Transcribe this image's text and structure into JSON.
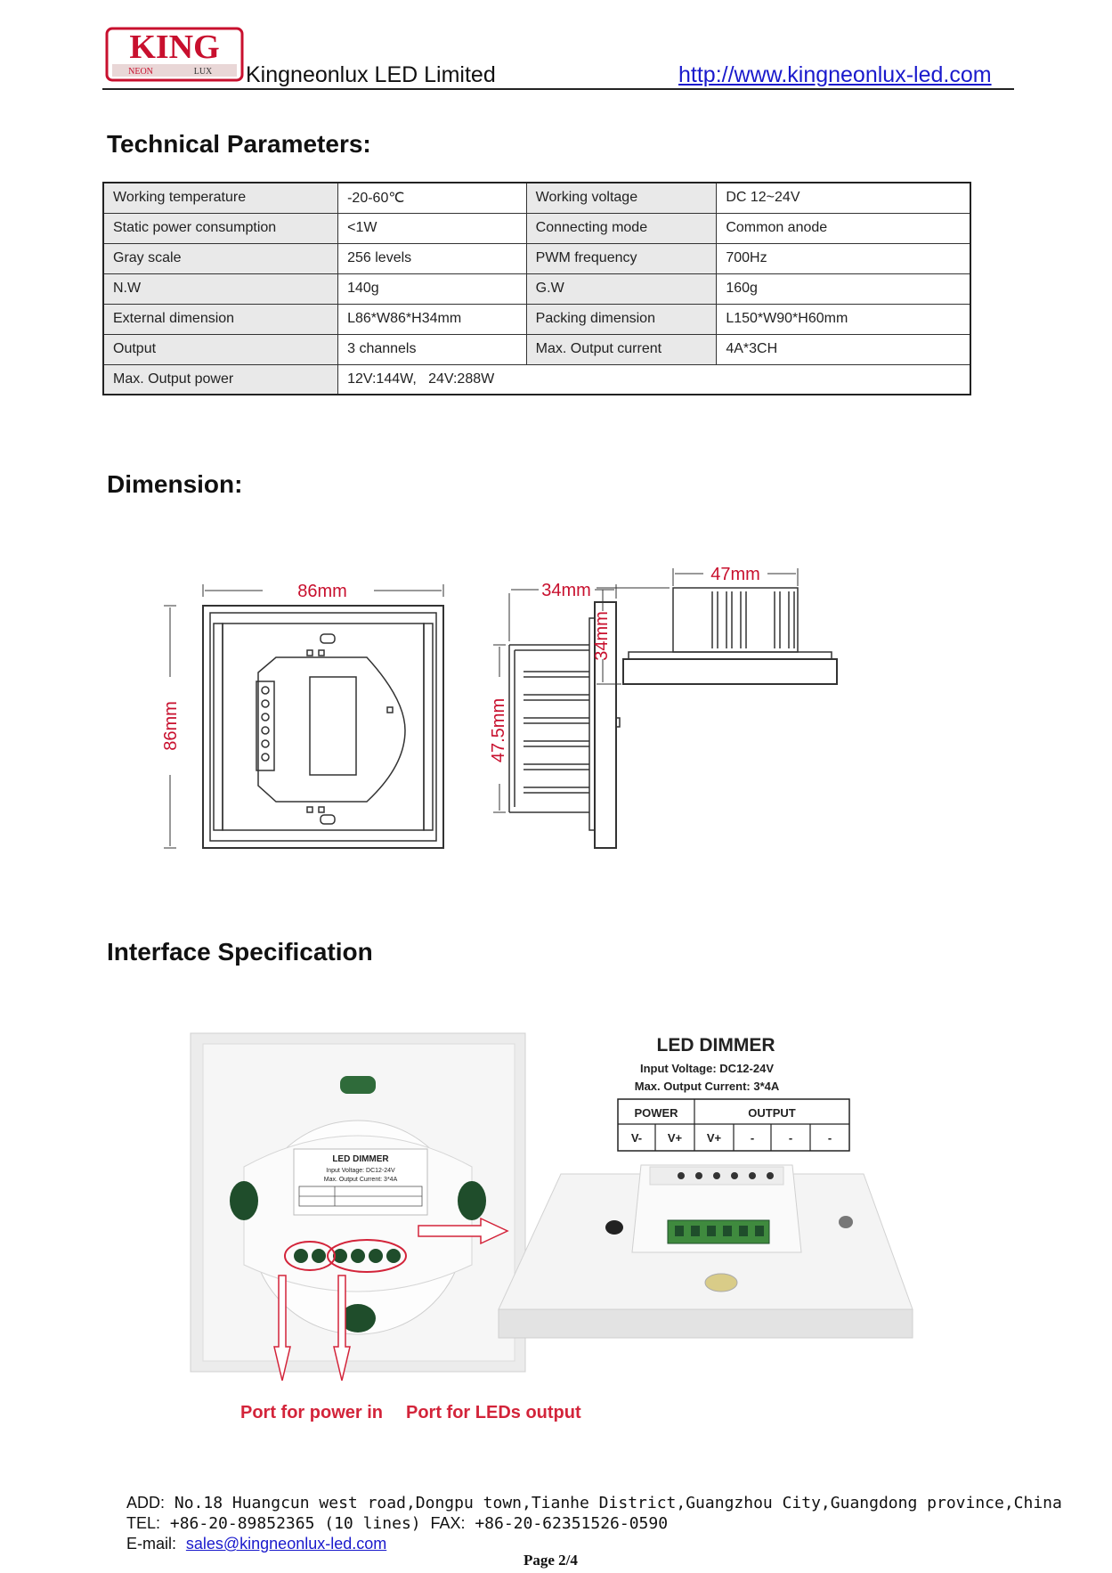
{
  "header": {
    "logo_main": "KING",
    "logo_sub_left": "NEON",
    "logo_sub_right": "LUX",
    "company": "Kingneonlux LED Limited",
    "url": "http://www.kingneonlux-led.com"
  },
  "sections": {
    "technical": "Technical Parameters:",
    "dimension": "Dimension:",
    "interface": "Interface Specification"
  },
  "params": [
    [
      "Working temperature",
      "-20-60℃",
      "Working voltage",
      "DC 12~24V"
    ],
    [
      "Static power consumption",
      "<1W",
      "Connecting mode",
      "Common anode"
    ],
    [
      "Gray scale",
      "256 levels",
      "PWM frequency",
      "700Hz"
    ],
    [
      "N.W",
      "140g",
      "G.W",
      "160g"
    ],
    [
      "External dimension",
      "L86*W86*H34mm",
      "Packing dimension",
      "L150*W90*H60mm"
    ],
    [
      "Output",
      "3 channels",
      "Max. Output current",
      "4A*3CH"
    ],
    [
      "Max. Output power",
      "12V:144W,   24V:288W"
    ]
  ],
  "dimension": {
    "width": "86mm",
    "height": "86mm",
    "depth_side": "34mm",
    "side_height": "47.5mm",
    "top_width": "47mm",
    "top_height": "34mm"
  },
  "interface": {
    "title": "LED DIMMER",
    "input_voltage": "Input Voltage: DC12-24V",
    "max_current": "Max. Output Current: 3*4A",
    "power_header": "POWER",
    "output_header": "OUTPUT",
    "pins": [
      "V-",
      "V+",
      "V+",
      "-",
      "-",
      "-"
    ],
    "port_power": "Port for power in",
    "port_leds": "Port for LEDs output"
  },
  "footer": {
    "add_label": "ADD:",
    "address": "No.18 Huangcun west road,Dongpu town,Tianhe District,Guangzhou City,Guangdong province,China",
    "tel_label": "TEL:",
    "tel": "+86-20-89852365 (10 lines)",
    "fax_label": "FAX:",
    "fax": "+86-20-62351526-0590",
    "email_label": "E-mail:",
    "email": "sales@kingneonlux-led.com",
    "page": "Page 2/4"
  }
}
